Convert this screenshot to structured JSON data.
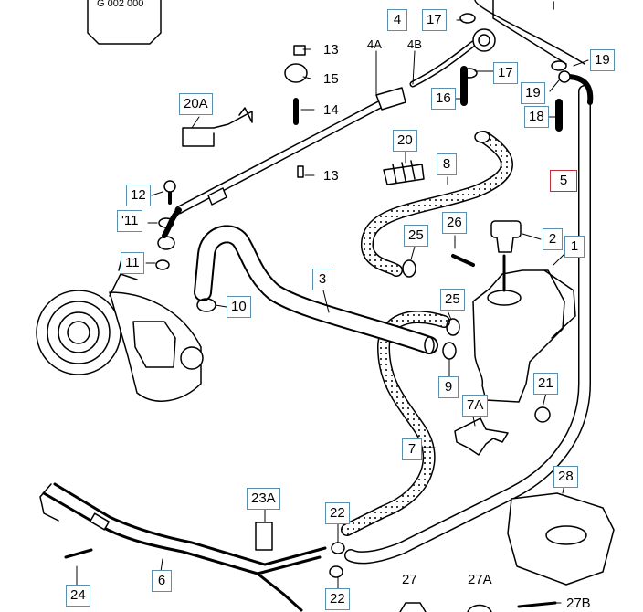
{
  "reference_code": "G 002 000",
  "callouts": {
    "c4": "4",
    "c4a": "4A",
    "c4b": "4B",
    "c17a": "17",
    "c17b": "17",
    "c19a": "19",
    "c19b": "19",
    "c13a": "13",
    "c13b": "13",
    "c15": "15",
    "c14": "14",
    "c16": "16",
    "c18": "18",
    "c20a": "20A",
    "c20": "20",
    "c8": "8",
    "c5": "5",
    "c12": "12",
    "c11a": "'11",
    "c11b": "11",
    "c25a": "25",
    "c25b": "25",
    "c26": "26",
    "c2": "2",
    "c1": "1",
    "c3": "3",
    "c10": "10",
    "c9": "9",
    "c21": "21",
    "c7a": "7A",
    "c7": "7",
    "c28": "28",
    "c23a": "23A",
    "c22a": "22",
    "c22b": "22",
    "c6": "6",
    "c24": "24",
    "c27": "27",
    "c27a": "27A",
    "c27b": "27B"
  }
}
